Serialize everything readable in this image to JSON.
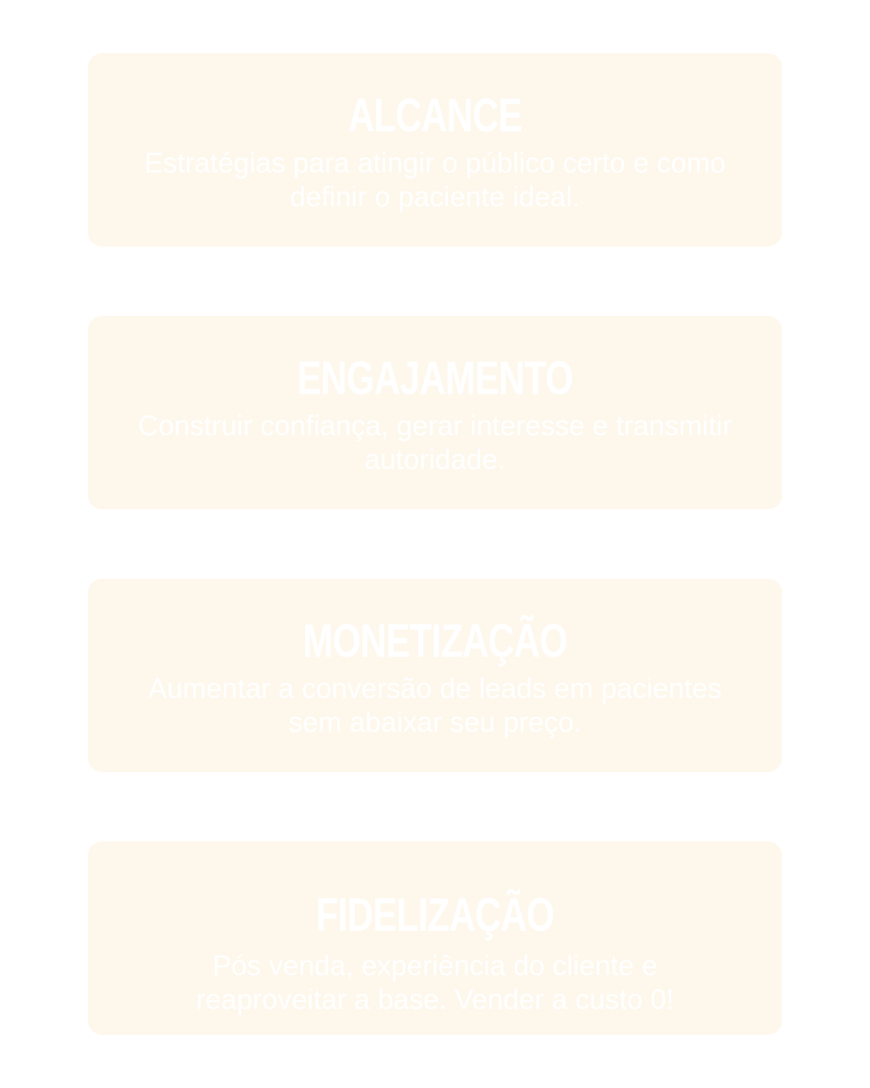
{
  "cards": [
    {
      "title": "ALCANCE",
      "text": "Estratégias para atingir o público certo e como definir o paciente ideal."
    },
    {
      "title": "ENGAJAMENTO",
      "text": "Construir confiança, gerar interesse e transmitir autoridade."
    },
    {
      "title": "MONETIZAÇÃO",
      "text": "Aumentar a conversão de leads em pacientes sem abaixar seu preço."
    },
    {
      "title": "FIDELIZAÇÃO",
      "text": "Pós venda, experiência do cliente e reaproveitar a base. Vender a custo 0!"
    }
  ],
  "colors": {
    "background": "#ffffff",
    "card": "#fef7ec",
    "text": "#ffffff"
  }
}
